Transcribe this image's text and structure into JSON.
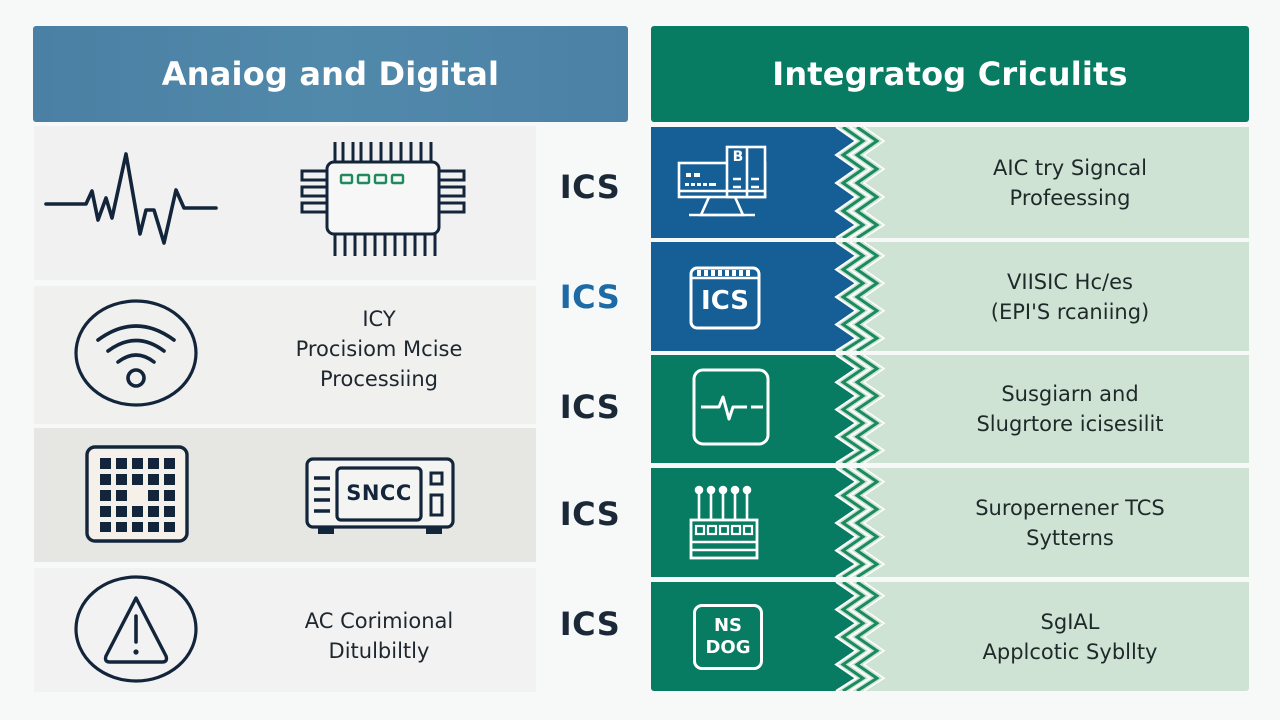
{
  "colors": {
    "left_header": "#4d84a7",
    "right_header": "#087c62",
    "ic_blue": "#155e96",
    "ic_green": "#087c62",
    "right_row_bg": "#cfe3d5",
    "ink": "#1b2733",
    "ics_accent": "#1c6aa6"
  },
  "left_panel": {
    "title": "Anaiog and Digital",
    "rows": [
      {
        "icons": [
          "waveform-icon",
          "microchip-icon"
        ],
        "text_lines": []
      },
      {
        "icons": [
          "wifi-signal-icon"
        ],
        "text_lines": [
          "ICY",
          "Procisiom Mcise",
          "Processiing"
        ]
      },
      {
        "icons": [
          "pixel-grid-icon",
          "device-display-icon"
        ],
        "device_label": "SNCC",
        "text_lines": []
      },
      {
        "icons": [
          "warning-icon"
        ],
        "text_lines": [
          "AC Corimional",
          "Ditulbiltly"
        ]
      }
    ]
  },
  "center_labels": [
    {
      "text": "ICS",
      "color": "dark"
    },
    {
      "text": "ICS",
      "color": "blue"
    },
    {
      "text": "ICS",
      "color": "dark"
    },
    {
      "text": "ICS",
      "color": "dark"
    },
    {
      "text": "ICS",
      "color": "dark"
    }
  ],
  "right_panel": {
    "title": "Integratog Criculits",
    "rows": [
      {
        "icon": "computer-monitor-icon",
        "icon_letter": "B",
        "bar_color": "blue",
        "text_lines": [
          "AIC try Signcal",
          "Profeessing"
        ]
      },
      {
        "icon": "ics-chip-icon",
        "icon_label": "ICS",
        "bar_color": "blue",
        "text_lines": [
          "VIISIC Hc/es",
          "(EPI'S rcaniing)"
        ]
      },
      {
        "icon": "heartbeat-monitor-icon",
        "bar_color": "green",
        "text_lines": [
          "Susgiarn and",
          "Slugrtore icisesilit"
        ]
      },
      {
        "icon": "circuit-board-icon",
        "bar_color": "green",
        "text_lines": [
          "Suropernener TCS",
          "Sytterns"
        ]
      },
      {
        "icon": "ns-dog-badge-icon",
        "icon_label_lines": [
          "NS",
          "DOG"
        ],
        "bar_color": "green",
        "text_lines": [
          "SgIAL",
          "Applcotic Sybllty"
        ]
      }
    ]
  }
}
